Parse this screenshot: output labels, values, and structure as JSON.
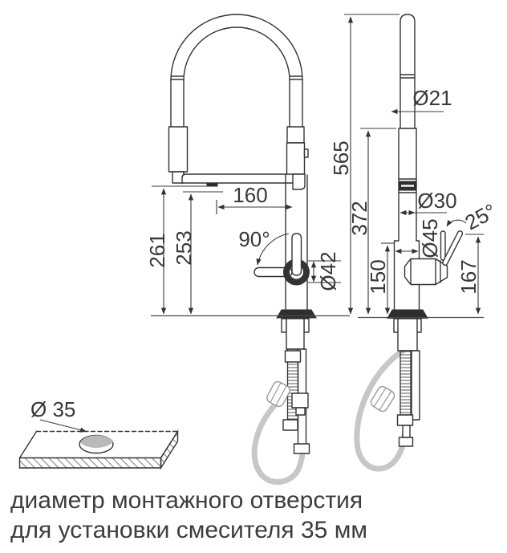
{
  "colors": {
    "line": "#333333",
    "dark_fill": "#2e2e2e",
    "hose": "#c7c7c7",
    "text": "#3d3d3d",
    "background": "#ffffff"
  },
  "dims": {
    "spout_reach": "160",
    "spout_height": "261",
    "aerator_height": "253",
    "spout_swivel": "90°",
    "handle_hub_diameter": "Ø42",
    "total_height": "565",
    "dock_height": "372",
    "spout_tube_diameter": "Ø21",
    "body_diameter": "Ø30",
    "base_diameter": "Ø45",
    "handle_angle": "25°",
    "body_height": "150",
    "handle_top_height": "167",
    "hole_diameter": "Ø 35"
  },
  "caption": {
    "line1": "диаметр монтажного отверстия",
    "line2": "для установки смесителя 35 мм"
  }
}
